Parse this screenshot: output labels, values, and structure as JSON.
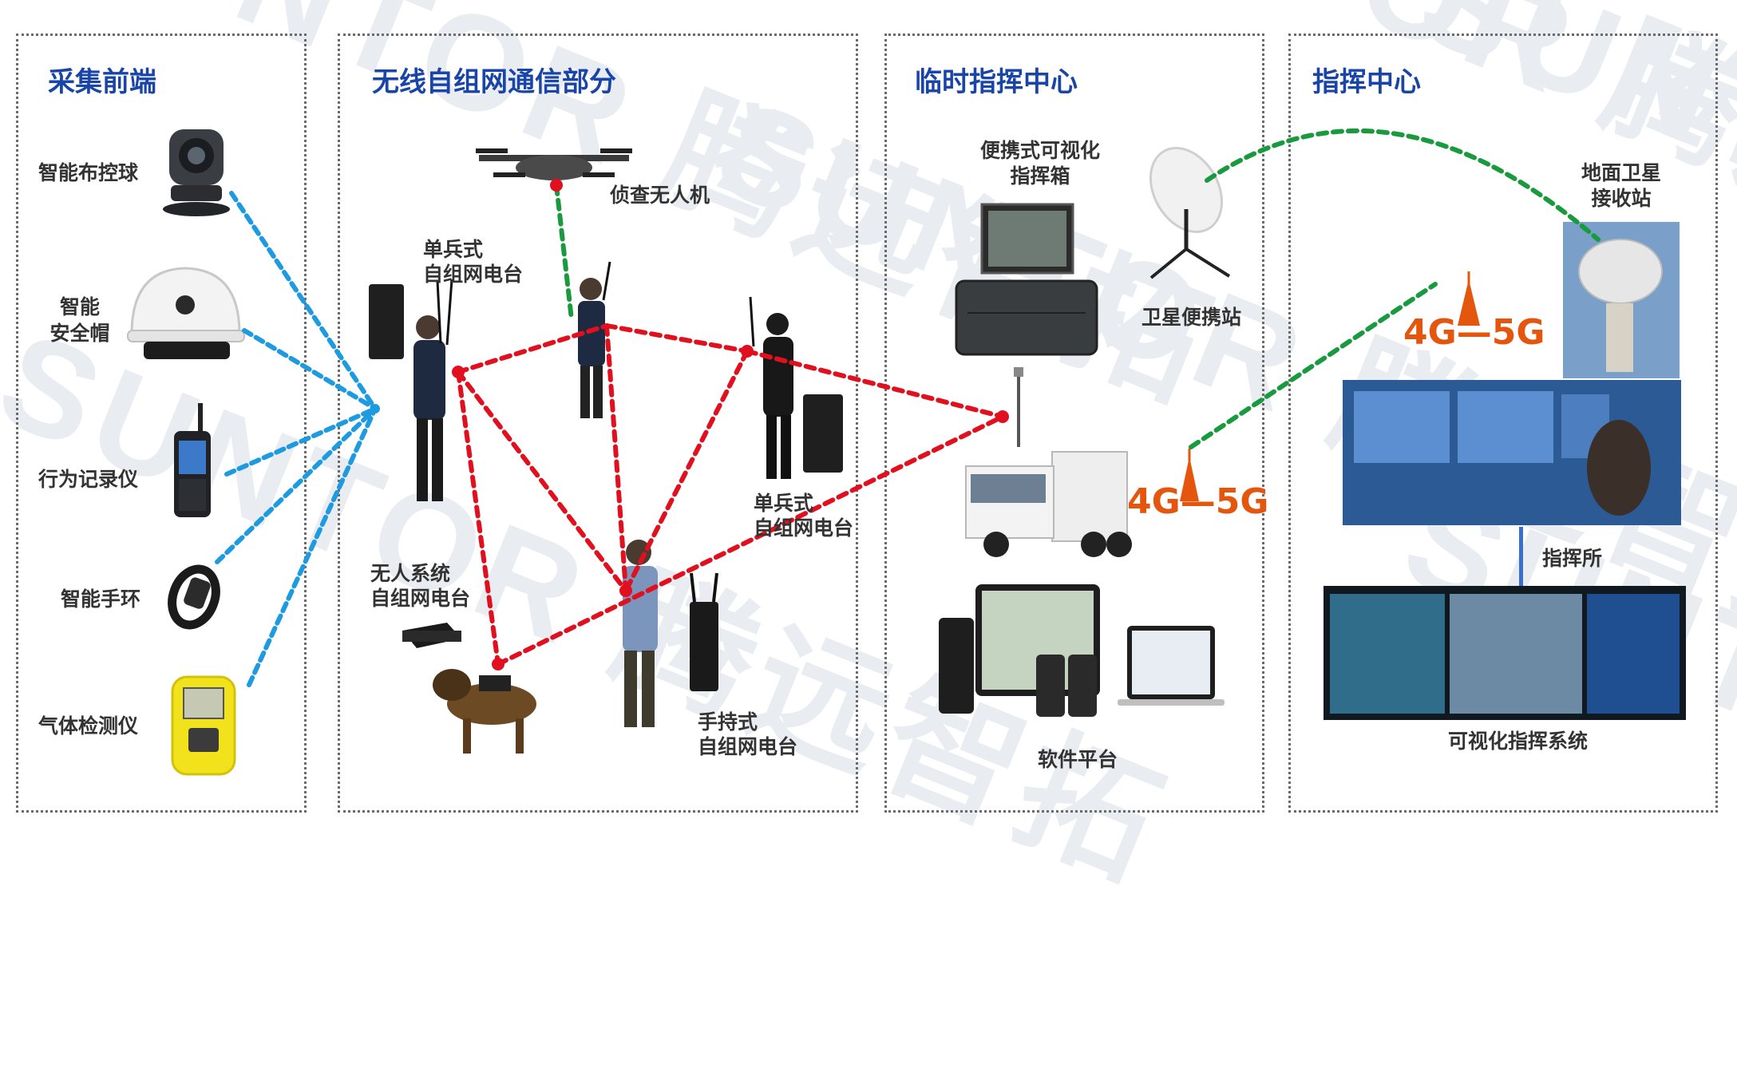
{
  "panels": {
    "capture": {
      "title": "采集前端",
      "devices": {
        "ptz_ball": "智能布控球",
        "helmet_line1": "智能",
        "helmet_line2": "安全帽",
        "recorder": "行为记录仪",
        "band": "智能手环",
        "gas": "气体检测仪"
      }
    },
    "mesh": {
      "title": "无线自组网通信部分",
      "drone": "侦查无人机",
      "soldier_a_line1": "单兵式",
      "soldier_a_line2": "自组网电台",
      "soldier_b_line1": "单兵式",
      "soldier_b_line2": "自组网电台",
      "unmanned_line1": "无人系统",
      "unmanned_line2": "自组网电台",
      "handheld_line1": "手持式",
      "handheld_line2": "自组网电台"
    },
    "temp_center": {
      "title": "临时指挥中心",
      "box_line1": "便携式可视化",
      "box_line2": "指挥箱",
      "sat_portable": "卫星便携站",
      "net_label": "4G—5G",
      "software": "软件平台"
    },
    "command": {
      "title": "指挥中心",
      "ground_sat_line1": "地面卫星",
      "ground_sat_line2": "接收站",
      "net_label": "4G—5G",
      "command_post": "指挥所",
      "visual_system": "可视化指挥系统"
    }
  },
  "watermark": "SUNTOR 腾远智拓",
  "colors": {
    "title": "#1a45a8",
    "blue_link": "#1e9be0",
    "red_link": "#e0101e",
    "green_link": "#1a9a3e"
  }
}
